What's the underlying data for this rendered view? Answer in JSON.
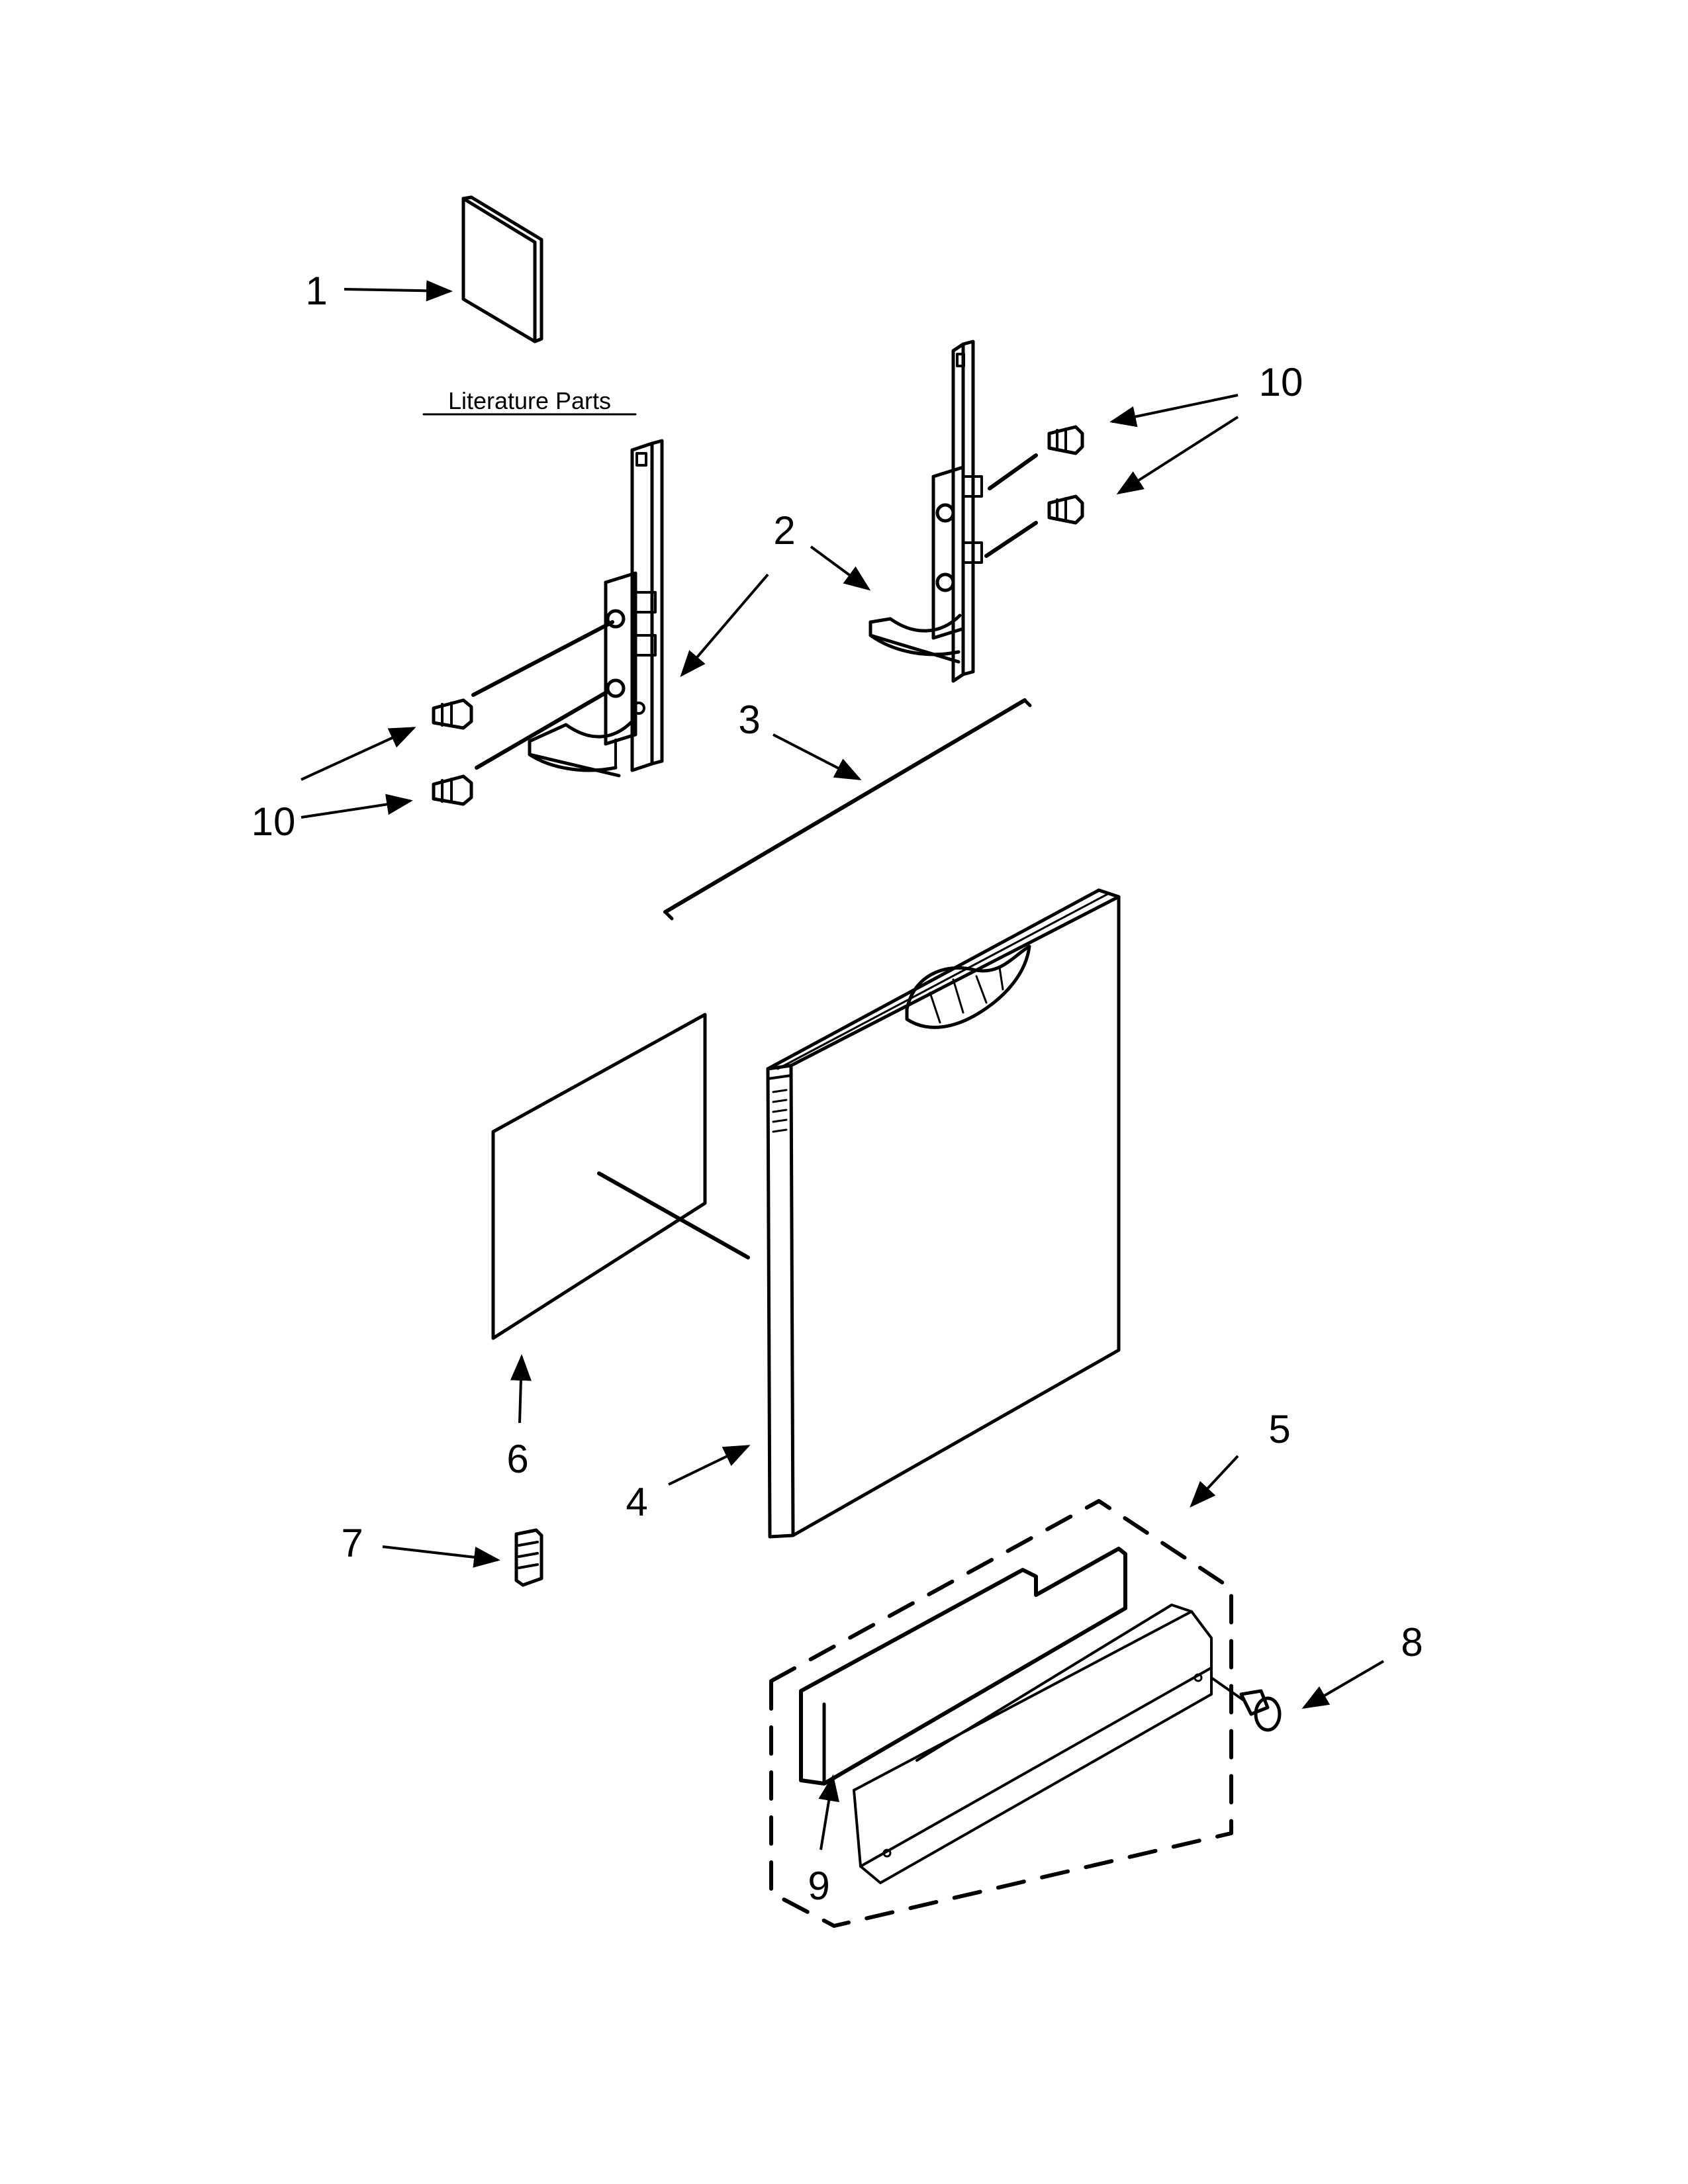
{
  "caption": "Literature Parts",
  "callouts": [
    {
      "id": "c1",
      "label": "1"
    },
    {
      "id": "c2",
      "label": "2"
    },
    {
      "id": "c3",
      "label": "3"
    },
    {
      "id": "c4",
      "label": "4"
    },
    {
      "id": "c5",
      "label": "5"
    },
    {
      "id": "c6",
      "label": "6"
    },
    {
      "id": "c7",
      "label": "7"
    },
    {
      "id": "c8",
      "label": "8"
    },
    {
      "id": "c9",
      "label": "9"
    },
    {
      "id": "c10a",
      "label": "10"
    },
    {
      "id": "c10b",
      "label": "10"
    }
  ]
}
